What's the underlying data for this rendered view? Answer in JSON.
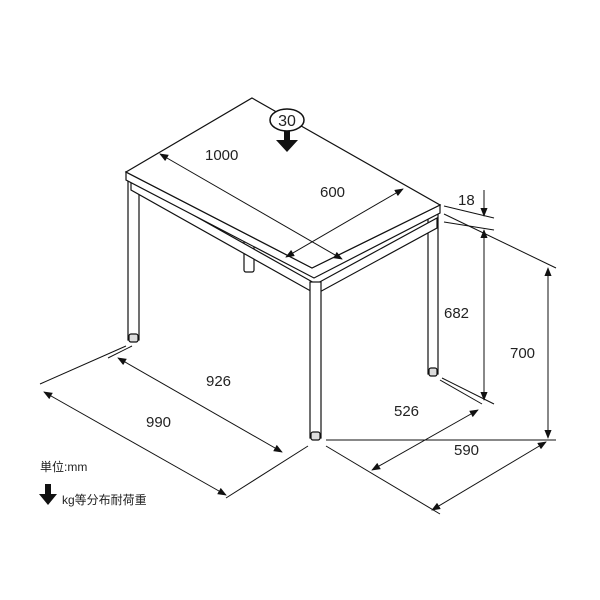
{
  "diagram": {
    "load_badge": "30",
    "dimensions": {
      "top_width": "1000",
      "top_depth": "600",
      "top_thickness": "18",
      "leg_height": "682",
      "total_height": "700",
      "leg_span_width": "926",
      "floor_width": "990",
      "leg_span_depth": "526",
      "floor_depth": "590"
    },
    "legend": {
      "unit": "単位:mm",
      "load_text": "kg等分布耐荷重"
    }
  }
}
